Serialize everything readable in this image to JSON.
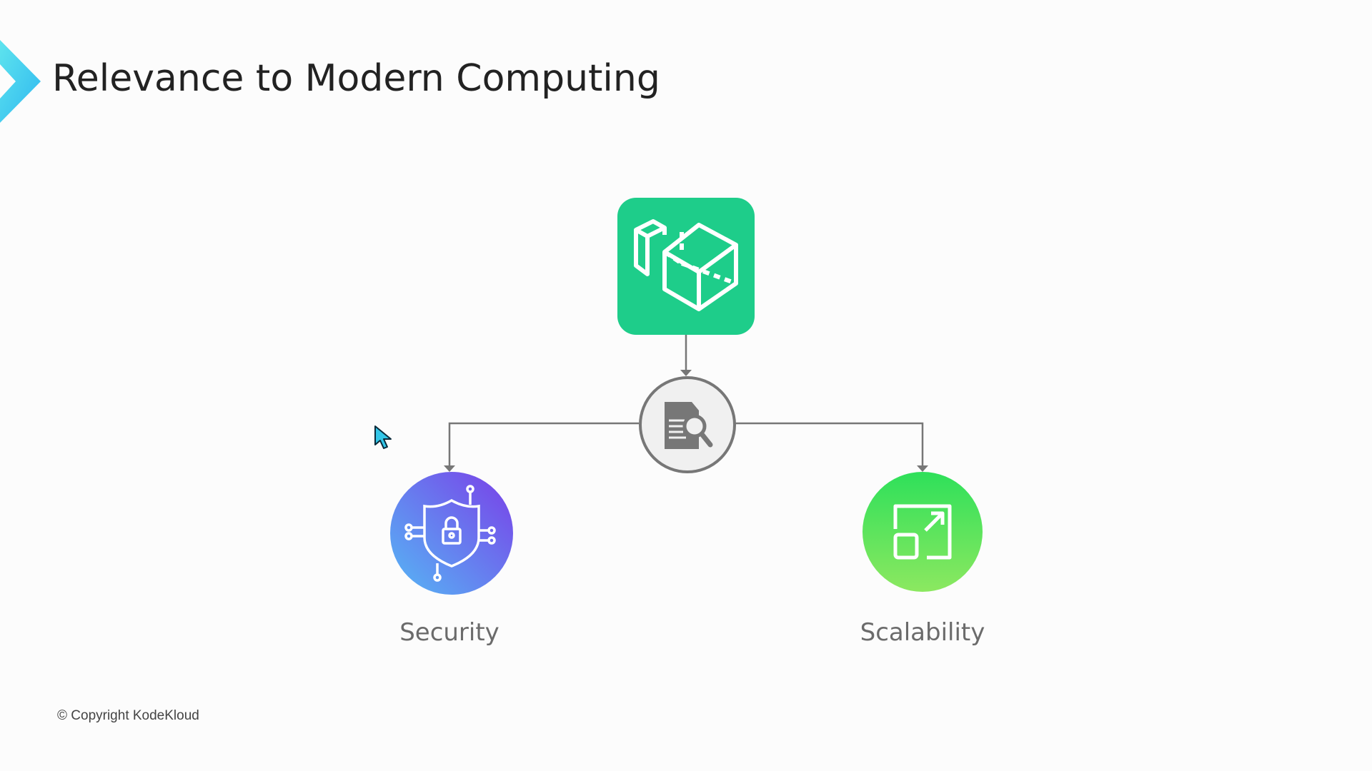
{
  "header": {
    "title": "Relevance to Modern Computing"
  },
  "diagram": {
    "top_node": {
      "icon": "cubes-icon",
      "color": "#1ecd8a"
    },
    "center_node": {
      "icon": "document-search-icon"
    },
    "children": [
      {
        "label": "Security",
        "icon": "shield-lock-icon",
        "colors": [
          "#55b8f5",
          "#7a3ee8"
        ]
      },
      {
        "label": "Scalability",
        "icon": "expand-icon",
        "colors": [
          "#2ee05a",
          "#8ce860"
        ]
      }
    ]
  },
  "footer": {
    "copyright": "© Copyright KodeKloud"
  }
}
